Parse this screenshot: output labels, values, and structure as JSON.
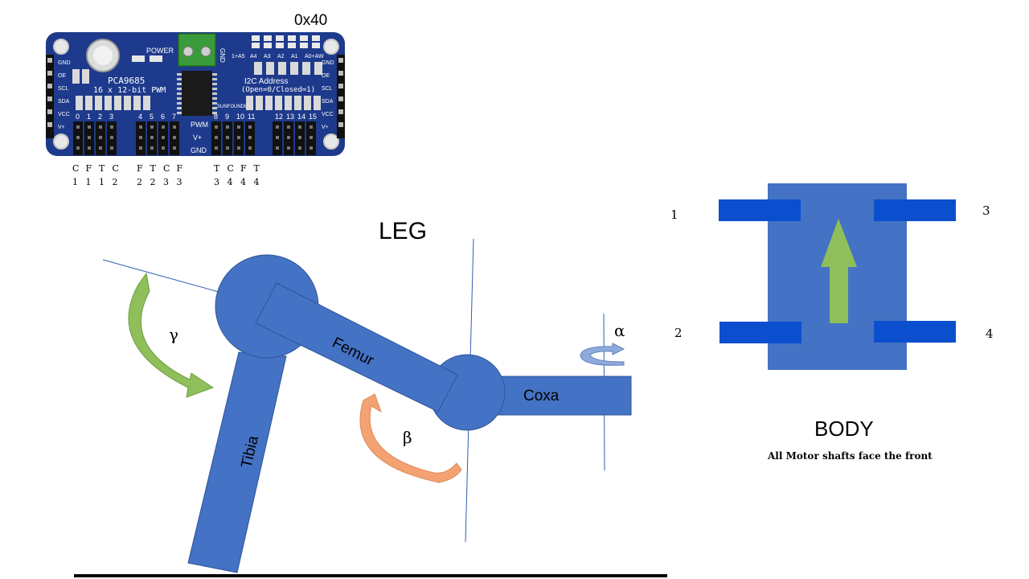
{
  "board": {
    "address": "0x40",
    "model": "PCA9685",
    "subtitle": "16 x 12-bit PWM",
    "power_label": "POWER",
    "i2c_title": "I2C Address",
    "i2c_sub": "(Open=0/Closed=1)",
    "brand": "SUNFOUNDER",
    "top_terminal_label": "GND",
    "addr_bits": [
      "1+A5",
      "A4",
      "A3",
      "A2",
      "A1",
      "A0+AW"
    ],
    "left_pins": [
      "GND",
      "OE",
      "SCL",
      "SDA",
      "VCC",
      "V+"
    ],
    "right_pins": [
      "GND",
      "OE",
      "SCL",
      "SDA",
      "VCC",
      "V+"
    ],
    "channels_left": [
      "0",
      "1",
      "2",
      "3"
    ],
    "channels_mid": [
      "4",
      "5",
      "6",
      "7"
    ],
    "channels_right1": [
      "8",
      "9",
      "10",
      "11"
    ],
    "channels_right2": [
      "12",
      "13",
      "14",
      "15"
    ],
    "rail_labels": [
      "PWM",
      "V+",
      "GND"
    ]
  },
  "channel_map": {
    "group1": [
      {
        "letter": "C",
        "number": "1"
      },
      {
        "letter": "F",
        "number": "1"
      },
      {
        "letter": "T",
        "number": "1"
      },
      {
        "letter": "C",
        "number": "2"
      }
    ],
    "group2": [
      {
        "letter": "F",
        "number": "2"
      },
      {
        "letter": "T",
        "number": "2"
      },
      {
        "letter": "C",
        "number": "3"
      },
      {
        "letter": "F",
        "number": "3"
      }
    ],
    "group3": [
      {
        "letter": "T",
        "number": "3"
      },
      {
        "letter": "C",
        "number": "4"
      },
      {
        "letter": "F",
        "number": "4"
      },
      {
        "letter": "T",
        "number": "4"
      }
    ]
  },
  "leg": {
    "title": "LEG",
    "coxa": "Coxa",
    "femur": "Femur",
    "tibia": "Tibia",
    "alpha": "α",
    "beta": "β",
    "gamma": "γ"
  },
  "body": {
    "title": "BODY",
    "note": "All Motor shafts face the front",
    "legs": [
      "1",
      "2",
      "3",
      "4"
    ]
  },
  "colors": {
    "board": "#1e3a8c",
    "limb": "#4472c4",
    "servo": "#0b4fcf",
    "arrow_green": "#8fbf5a",
    "arrow_orange": "#f4a272",
    "arrow_blue": "#8eaadb",
    "line": "#2e5fb3"
  }
}
